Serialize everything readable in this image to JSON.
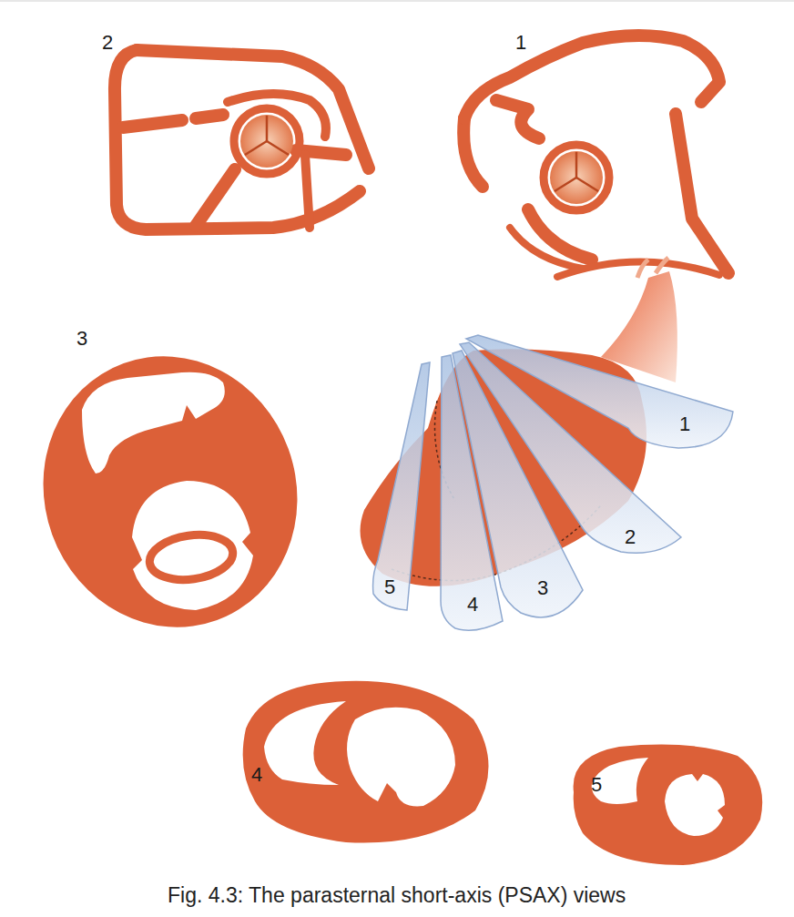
{
  "diagram": {
    "caption": "Fig. 4.3: The parasternal short-axis (PSAX) views",
    "labels": [
      "2",
      "1",
      "3",
      "1",
      "2",
      "5",
      "3",
      "4",
      "4",
      "5"
    ]
  }
}
